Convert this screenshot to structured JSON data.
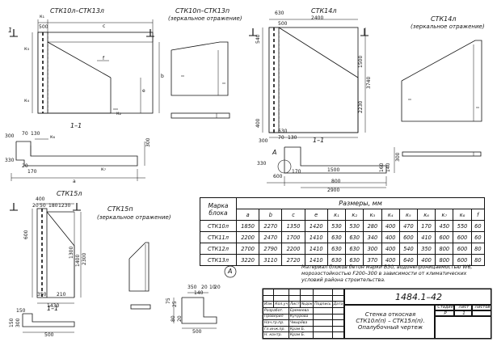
{
  "views": {
    "stk10l_title": "СТК10л–СТК13л",
    "stk10p_title": "СТК10п–СТК13п",
    "stk10p_sub": "(зеркальное отражение)",
    "stk14l_title": "СТК14л",
    "stk14p_title": "СТК14л",
    "stk14p_sub": "(зеркальное отражение)",
    "stk15l_title": "СТК15л",
    "stk15p_title": "СТК15п",
    "stk15p_sub": "(зеркальное отражение)",
    "section_1_1_a": "1–1",
    "section_1_1_b": "1–1",
    "section_1_1_c": "1–1",
    "cut_mark": "1",
    "node_a": "A",
    "node_a_circle": "A"
  },
  "dims_stk10": {
    "k1_top": "к₁",
    "w500": "500",
    "c": "c",
    "k3": "к₃",
    "k4": "к₄",
    "f": "f",
    "e": "e",
    "a": "a",
    "b": "b",
    "k2": "к₂",
    "k5": "к₅"
  },
  "dims_sec1": {
    "d300": "300",
    "d70": "70",
    "d130": "130",
    "d330": "330",
    "d170": "170",
    "d20": "20",
    "k6": "к₆",
    "k7": "к₇",
    "a": "a",
    "d300r": "300"
  },
  "dims_stk14": {
    "d630": "630",
    "d500": "500",
    "d2400": "2400",
    "d540": "540",
    "d2230": "2230",
    "d3740": "3740",
    "d400": "400",
    "d1500": "1500",
    "d630b": "630"
  },
  "dims_sec2": {
    "d300": "300",
    "d70": "70",
    "d130": "130",
    "d330": "330",
    "d600": "600",
    "d170": "170",
    "d1500": "1500",
    "d800": "800",
    "d2900": "2900",
    "d160": "160",
    "d140": "140",
    "d300r": "300"
  },
  "dims_stk15": {
    "d400": "400",
    "d20": "20",
    "d50": "50",
    "d180": "180",
    "d1230": "1230",
    "d600": "600",
    "d1300": "1300",
    "d2300": "2300",
    "d1400": "1400",
    "d210": "210",
    "d350": "350",
    "d1430": "1430",
    "d150": "150",
    "d500": "500",
    "d150b": "150",
    "d300": "300"
  },
  "dims_node": {
    "d350": "350",
    "d20": "20",
    "d10": "10",
    "d20b": "20",
    "d140": "140",
    "d75": "75",
    "d25": "25",
    "d80": "80",
    "d20c": "20",
    "d500": "500"
  },
  "table": {
    "mark_header": "Марка блока",
    "sizes_header": "Размеры, мм",
    "columns": [
      "a",
      "b",
      "c",
      "e",
      "к₁",
      "к₂",
      "к₃",
      "к₄",
      "к₅",
      "к₆",
      "к₇",
      "к₈",
      "f"
    ],
    "rows": [
      {
        "mark": "СТК10л",
        "values": [
          "1850",
          "2270",
          "1350",
          "1420",
          "530",
          "530",
          "280",
          "400",
          "470",
          "170",
          "450",
          "550",
          "60"
        ]
      },
      {
        "mark": "СТК11л",
        "values": [
          "2200",
          "2470",
          "1700",
          "1410",
          "630",
          "630",
          "340",
          "400",
          "600",
          "410",
          "600",
          "600",
          "60"
        ]
      },
      {
        "mark": "СТК12л",
        "values": [
          "2700",
          "2790",
          "2200",
          "1410",
          "630",
          "630",
          "300",
          "400",
          "540",
          "350",
          "800",
          "600",
          "80"
        ]
      },
      {
        "mark": "СТК13л",
        "values": [
          "3220",
          "3110",
          "2720",
          "1410",
          "630",
          "630",
          "370",
          "400",
          "640",
          "400",
          "800",
          "600",
          "80"
        ]
      }
    ]
  },
  "note": "Материал блоков бетон марки В30, водонепроницаемостью W6, морозостойкостью F200–300 в зависимости от климатических условий района строительства.",
  "stamp": {
    "code": "1484.1–42",
    "title_line1": "Стенка откосная",
    "title_line2": "СТК10л(п) – СТК15л(п).",
    "title_line3": "Опалубочный чертеж",
    "stage_label": "Стадия",
    "sheet_label": "Лист",
    "sheets_label": "Листов",
    "stage_value": "Р",
    "sheet_value": "1",
    "sheets_value": "",
    "header_cells": [
      "Изм.",
      "Кол.уч",
      "Лист",
      "№док",
      "Подпись",
      "Дата"
    ],
    "rows": [
      {
        "role": "Разработ.",
        "name": "Еремеева"
      },
      {
        "role": "Проверил",
        "name": "Кучурова"
      },
      {
        "role": "Нач.гр.пр.",
        "name": "Чмырёва"
      },
      {
        "role": "Гл.инж.пр.",
        "name": "Крам Б."
      },
      {
        "role": "Н. контр.",
        "name": "Крам Б."
      }
    ]
  }
}
